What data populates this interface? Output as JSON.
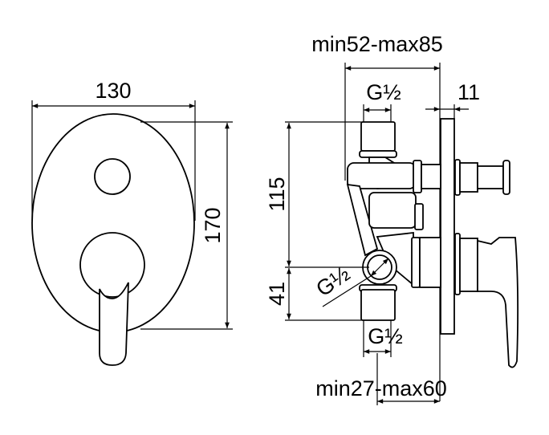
{
  "front_view": {
    "width_label": "130",
    "height_label": "170"
  },
  "side_view": {
    "wall_depth_top_label": "min52-max85",
    "wall_depth_bottom_label": "min27-max60",
    "plate_thickness_label": "11",
    "top_connection_label": "G½",
    "side_connection_label": "G½",
    "bottom_connection_label": "G½",
    "upper_height_label": "115",
    "lower_height_label": "41"
  }
}
